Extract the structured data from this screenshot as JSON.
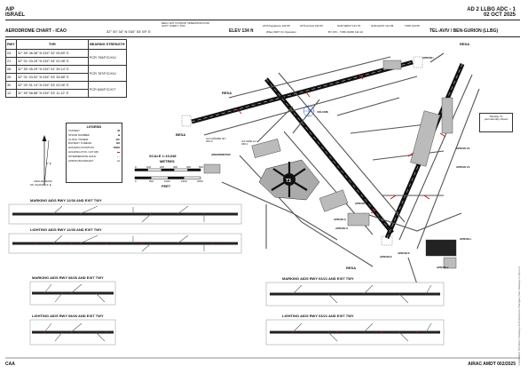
{
  "header": {
    "aip": "AIP",
    "country": "ISRAEL",
    "ref": "AD 2 LLBG ADC - 1",
    "date": "02 OCT 2025",
    "chart_title": "AERODROME CHART - ICAO",
    "arp": "32° 00' 34\" N     034° 53' 09\" E",
    "elev": "ELEV 134 ft",
    "airport": "TEL-AVIV / BEN-GURION   (LLBG)",
    "notes": "DEFL NOT IN PROP. OPERATION FOR ACFT OVER 1 TON",
    "freq": {
      "atis_dep": "ATIS Departure 132.55",
      "atis_arr": "ATIS Arrival 132.50",
      "gnd_west": "GND WEST 121.75",
      "gnd_east": "GND EAST 121.05",
      "twr": "TWR 134.65",
      "rwy21": "When RWY 21 Operation",
      "by_atc": "BY ATC - TWR (ARR) 132.10"
    }
  },
  "runway_table": {
    "headers": [
      "RWY",
      "THR",
      "BEARING STRENGTH"
    ],
    "rows": [
      {
        "rwy": "03",
        "thr": "31° 59' 46.38\" N   034° 52' 05.89\" E",
        "pcr": "PCR 790/F/C/X/U"
      },
      {
        "rwy": "21",
        "thr": "32° 01' 03.25\" N   034° 54' 02.98\" E",
        "pcr": ""
      },
      {
        "rwy": "08",
        "thr": "31° 59' 45.29\" N   034° 51' 39.14\" E",
        "pcr": "PCR 787/F/C/X/U"
      },
      {
        "rwy": "26",
        "thr": "32° 01' 03.52\" N   034° 53' 33.88\" E",
        "pcr": ""
      },
      {
        "rwy": "30",
        "thr": "32° 00' 51.14\" N   034° 53' 02.06\" E",
        "pcr": "PCR 840/F/C/X/T"
      },
      {
        "rwy": "12",
        "thr": "31° 59' 58.88\" N   034° 53' 11.12\" E",
        "pcr": ""
      }
    ]
  },
  "legend": {
    "title": "LEGEND",
    "items": [
      {
        "label": "TAXIWAY",
        "symbol": "M"
      },
      {
        "label": "STAND NUMBER",
        "symbol": "■"
      },
      {
        "label": "CLOCK TOWER",
        "symbol": "RC"
      },
      {
        "label": "RUNWAY THRESH.",
        "symbol": "HS"
      },
      {
        "label": "HOLDING POSITION",
        "symbol": "WHS"
      },
      {
        "label": "HOLDING POS. CAT II/III",
        "symbol": "▬"
      },
      {
        "label": "INTERMEDIATE HOLD",
        "symbol": "- -"
      },
      {
        "label": "APRON BOUNDARY",
        "symbol": "▭"
      }
    ]
  },
  "mag_var": {
    "line1": "ANNUAL RATE",
    "line2": "OF CHANGE 6' E",
    "value": "5° E"
  },
  "scale": {
    "title": "SCALE 1:19,048",
    "unit_m": "METRES",
    "unit_ft": "FEET",
    "ticks_m": [
      "0",
      "100",
      "200",
      "300",
      "400",
      "500"
    ],
    "ticks_ft": [
      "0",
      "500",
      "1000",
      "1500",
      "2000"
    ]
  },
  "labels": {
    "resa": "RESA",
    "besa": "BESA",
    "anemometer": "ANEMOMETER",
    "volume": "VOLUME",
    "apron_i": "APRON I",
    "apron_j": "APRON J",
    "apron_k": "APRON K",
    "apron_v1": "APRON V1",
    "apron_v2": "APRON V2",
    "apron_l": "APRON L",
    "apron_h": "APRON H",
    "apron_g": "APRON G",
    "apron_e": "APRON E",
    "apron_c": "APRON C",
    "t3": "T3",
    "taxiway_t": "Taxiway T1 permanently closed",
    "ils": "ILS GP/DME 30 / 333.2",
    "ils2": "ILS DME 12 / 330.1"
  },
  "insets": {
    "marking_12_30": "MARKING AIDS RWY 12/30 AND EXIT TWY",
    "lighting_12_30": "LIGHTING AIDS RWY 12/30 AND EXIT TWY",
    "marking_08_26": "MARKING AIDS RWY 08/26 AND EXIT TWY",
    "lighting_08_26": "LIGHTING AIDS RWY 08/26 AND EXIT TWY",
    "marking_03_21": "MARKING AIDS RWY 03/21 AND EXIT TWY",
    "lighting_03_21": "LIGHTING AIDS RWY 03/21 AND EXIT TWY"
  },
  "footer": {
    "left": "CAA",
    "right": "AIRAC AMDT 002/2025",
    "side": "CHANGES: Terminal 1 Taxiways and Directions Changed, New Taxiways to Apron 2"
  }
}
